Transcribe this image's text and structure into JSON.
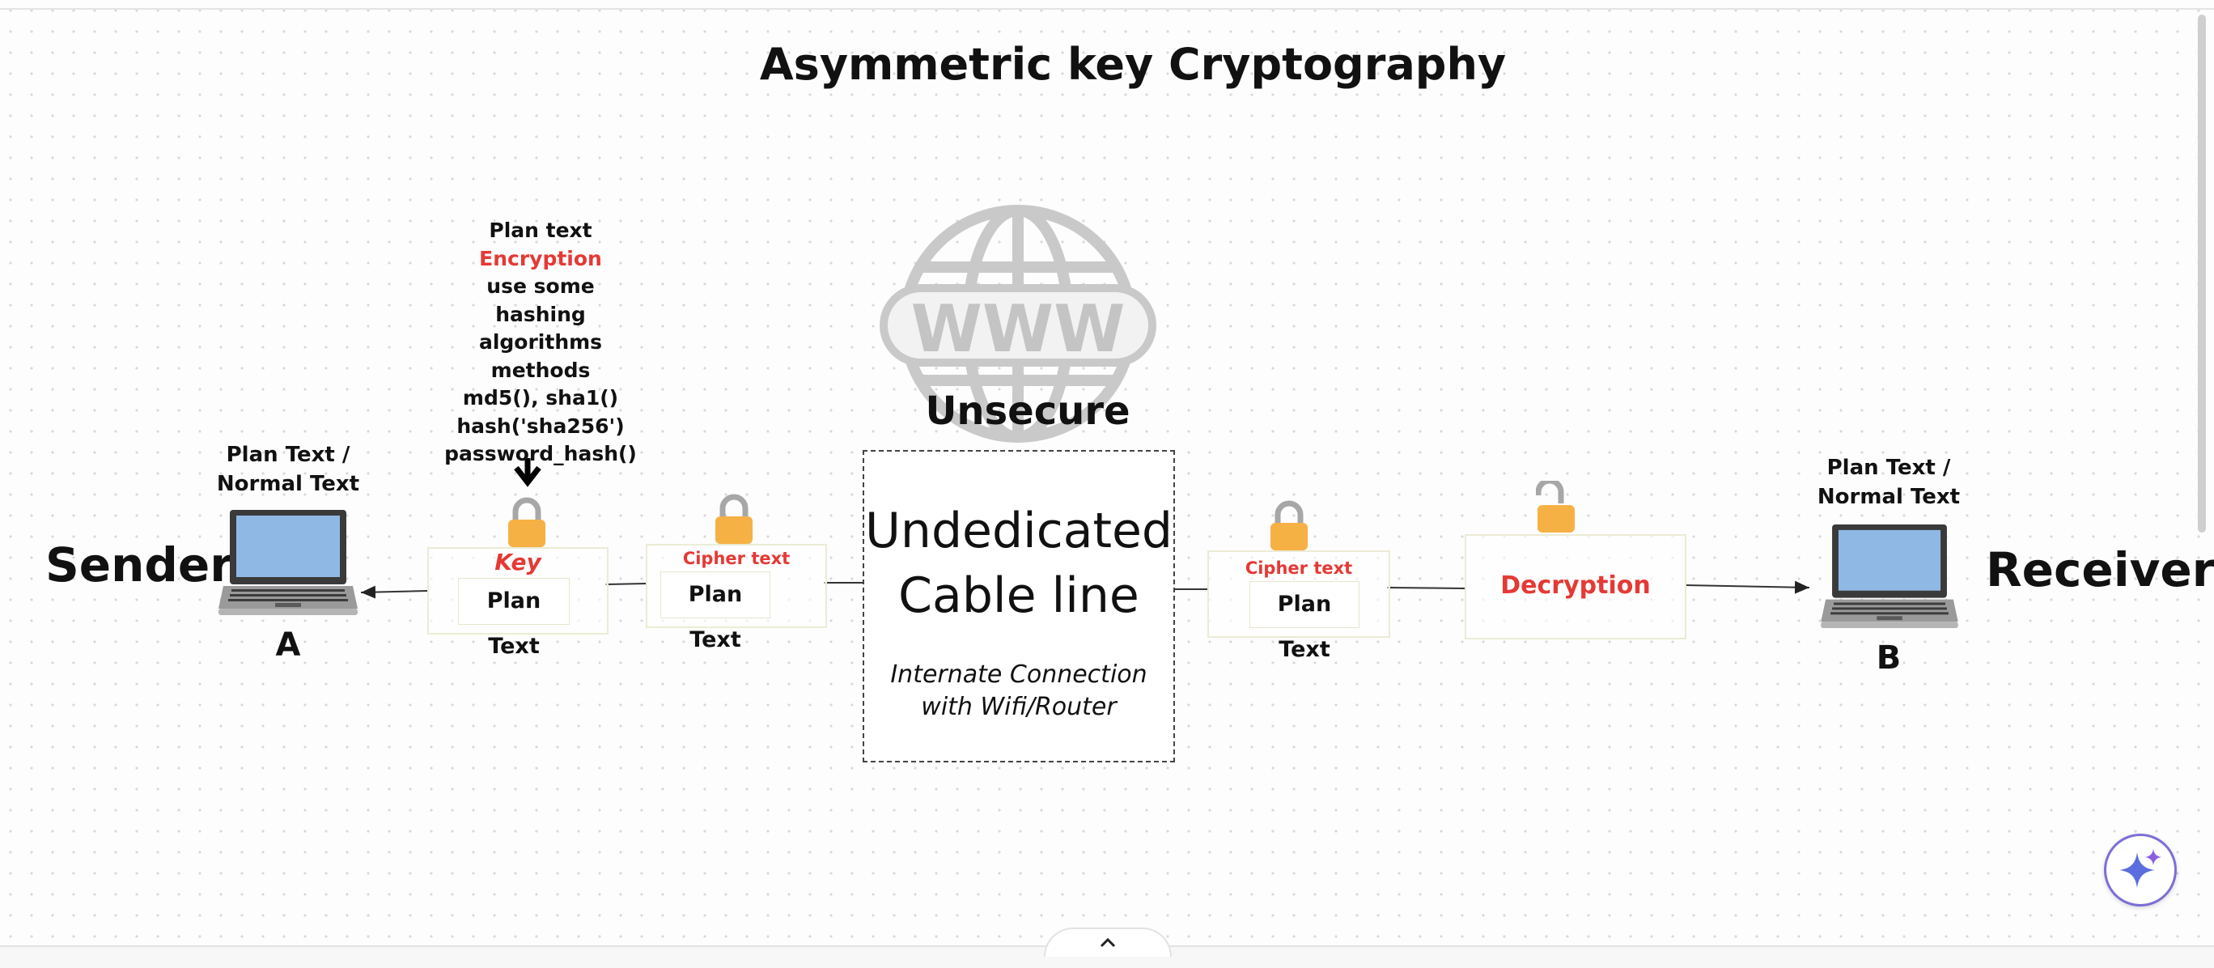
{
  "title": "Asymmetric key Cryptography",
  "sender": {
    "label": "Sender",
    "caption": "Plan Text / Normal Text",
    "letter": "A"
  },
  "receiver": {
    "label": "Receiver",
    "caption": "Plan Text / Normal Text",
    "letter": "B"
  },
  "encryption_note": {
    "lines": [
      "Plan text",
      "Encryption",
      "use some",
      "hashing algorithms",
      "methods",
      "md5(), sha1()",
      "hash('sha256')",
      "password_hash()"
    ]
  },
  "key_box": {
    "key_label": "Key",
    "text": "Plan Text"
  },
  "cipher_box_left": {
    "label": "Cipher text",
    "text": "Plan Text"
  },
  "network": {
    "unsecure": "Unsecure",
    "cable_line1": "Undedicated",
    "cable_line2": "Cable line",
    "subtitle": "Internate Connection with Wifi/Router",
    "globe_text": "WWW"
  },
  "cipher_box_right": {
    "label": "Cipher text",
    "text": "Plan Text"
  },
  "decryption_box": {
    "label": "Decryption"
  },
  "bottom": {
    "collapse_icon": "chevron-up-icon"
  },
  "assistant": {
    "icon": "sparkle-icon"
  },
  "colors": {
    "red": "#e53935",
    "lock": "#f6b145",
    "shackle": "#a7a7a7",
    "screen": "#8fb8e4"
  }
}
